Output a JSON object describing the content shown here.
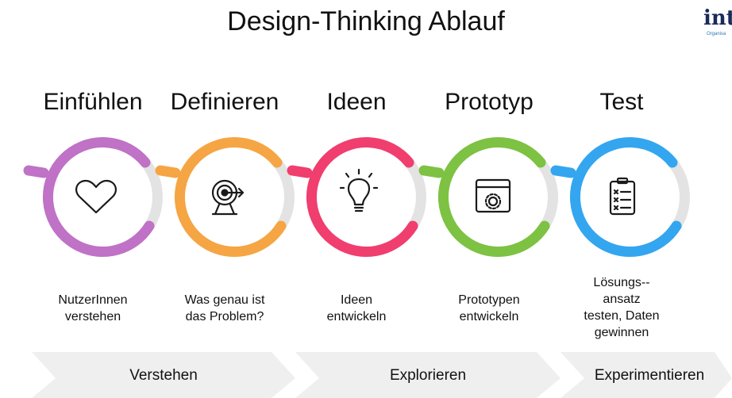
{
  "title": "Design-Thinking Ablauf",
  "logo": {
    "text": "int",
    "subtitle": "Organisa"
  },
  "steps": [
    {
      "title": "Einfühlen",
      "desc_lines": [
        "NutzerInnen",
        "verstehen"
      ],
      "color": "#BF72C6",
      "icon": "heart-icon"
    },
    {
      "title": "Definieren",
      "desc_lines": [
        "Was genau ist",
        "das Problem?"
      ],
      "color": "#F5A543",
      "icon": "target-icon"
    },
    {
      "title": "Ideen",
      "desc_lines": [
        "Ideen",
        "entwickeln"
      ],
      "color": "#F03E6E",
      "icon": "lightbulb-icon"
    },
    {
      "title": "Prototyp",
      "desc_lines": [
        "Prototypen",
        "entwickeln"
      ],
      "color": "#7DC242",
      "icon": "browser-gear-icon"
    },
    {
      "title": "Test",
      "desc_lines": [
        "Lösungs--",
        "ansatz",
        "testen, Daten",
        "gewinnen"
      ],
      "color": "#33A6EF",
      "icon": "clipboard-icon"
    }
  ],
  "phases": [
    {
      "label": "Verstehen"
    },
    {
      "label": "Explorieren"
    },
    {
      "label": "Experimentieren"
    }
  ],
  "colors": {
    "ring_gap": "#E3E3E3",
    "chevron": "#EFEFEF",
    "icon_stroke": "#1A1A1A"
  }
}
